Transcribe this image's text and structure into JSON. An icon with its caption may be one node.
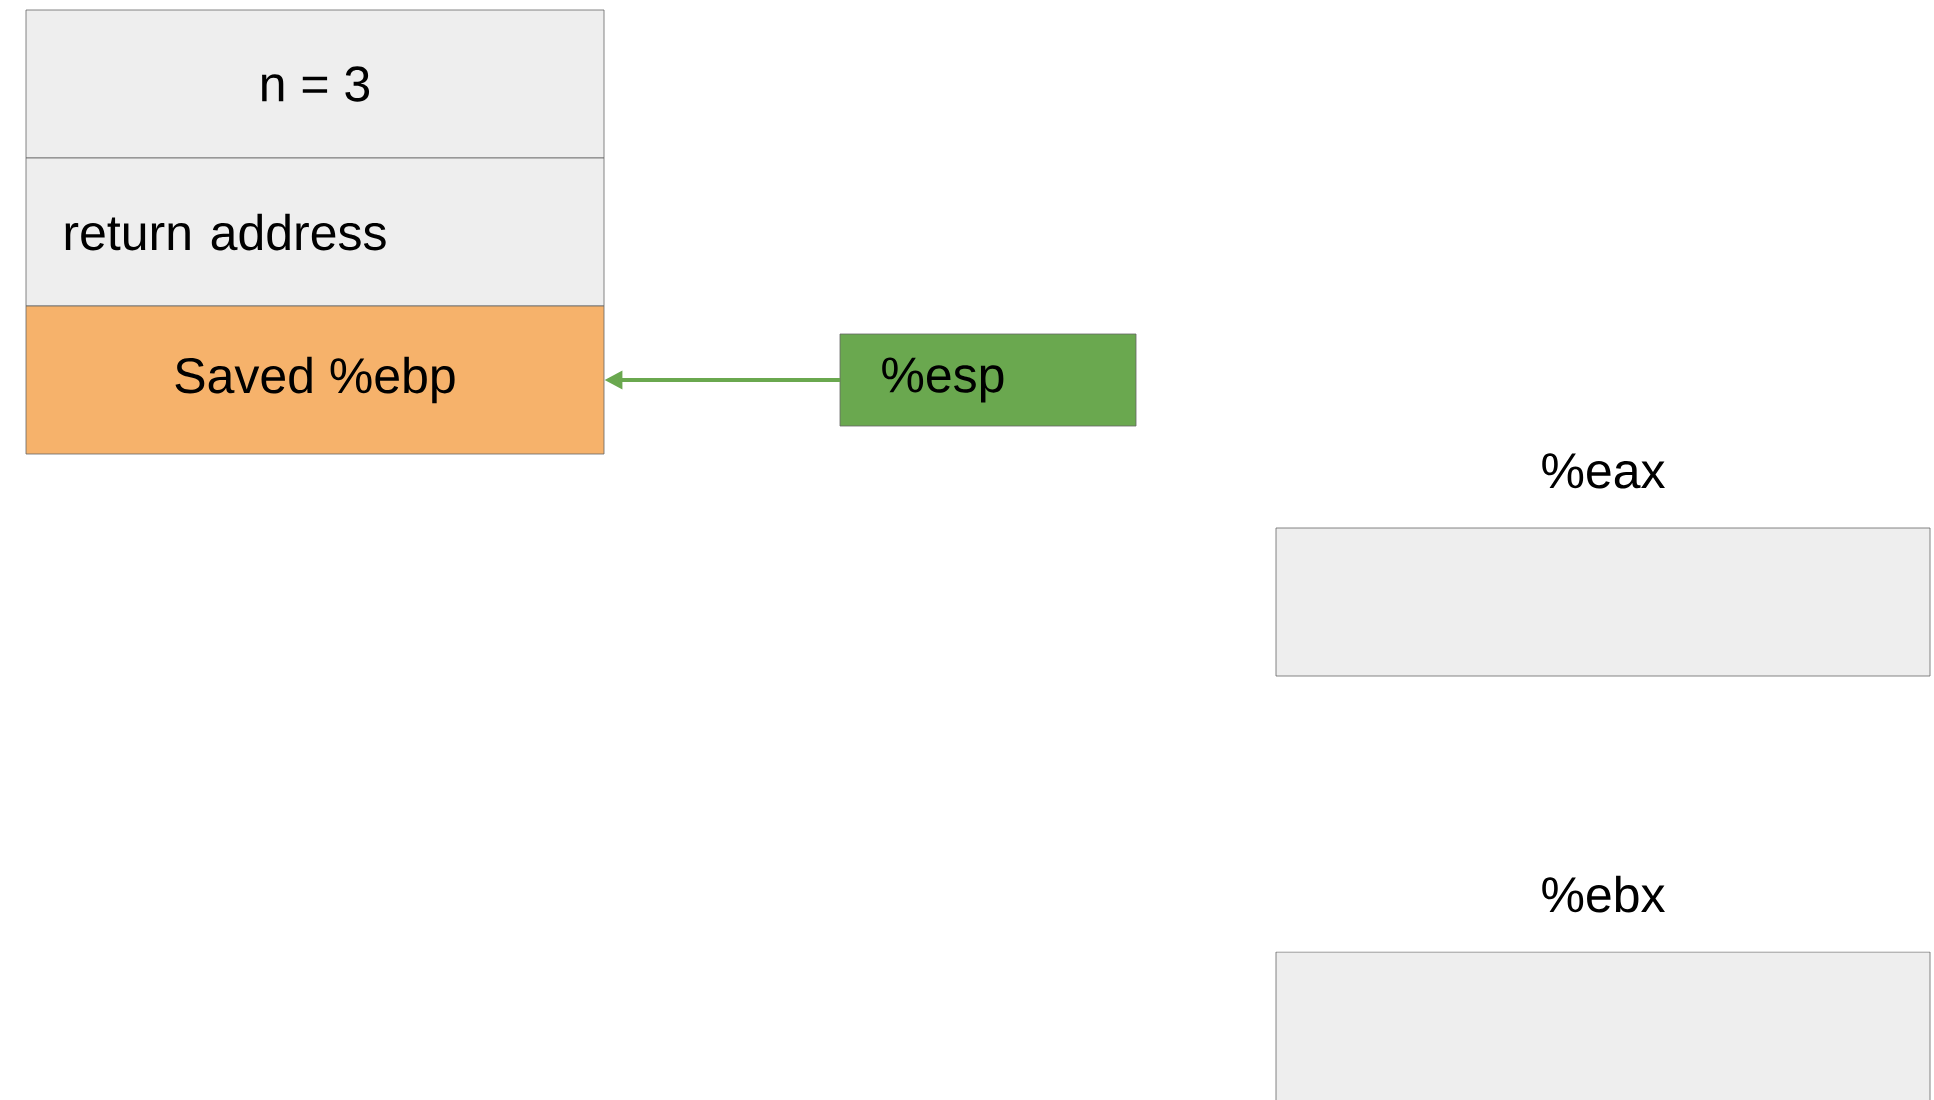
{
  "diagram": {
    "nodes": [
      {
        "text": [
          "n = 3"
        ]
      },
      {
        "text": [
          "return address"
        ]
      },
      {
        "text": [
          "Saved %ebp"
        ]
      },
      {
        "text": [
          "%esp"
        ]
      },
      {
        "text": [
          "%eax"
        ]
      },
      {
        "text": [
          "%ebx"
        ]
      }
    ],
    "edges": [
      {
        "from": 3,
        "to": 2,
        "arrow": "to",
        "color": "#6aa84f"
      }
    ]
  }
}
